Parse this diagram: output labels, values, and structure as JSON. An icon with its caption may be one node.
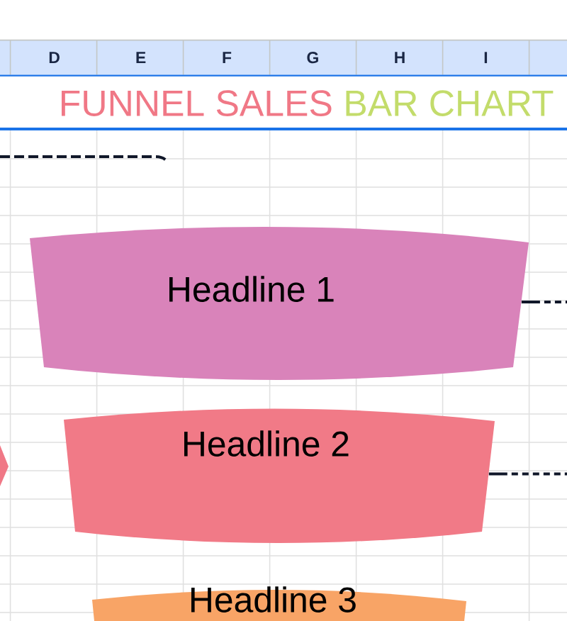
{
  "diagram": {
    "title": "FUNNEL SALES BAR CHART",
    "nodes": [
      {
        "text": [
          "Headline 1"
        ]
      },
      {
        "text": [
          "Headline 2"
        ]
      },
      {
        "text": [
          "Headline 3"
        ]
      }
    ],
    "edges": [
      {
        "from": 0,
        "to": null,
        "arrow": "none",
        "style": "dashed"
      },
      {
        "from": 1,
        "to": null,
        "arrow": "none",
        "style": "dashed"
      }
    ],
    "labels": [
      "D",
      "E",
      "F",
      "G",
      "H",
      "I"
    ]
  }
}
